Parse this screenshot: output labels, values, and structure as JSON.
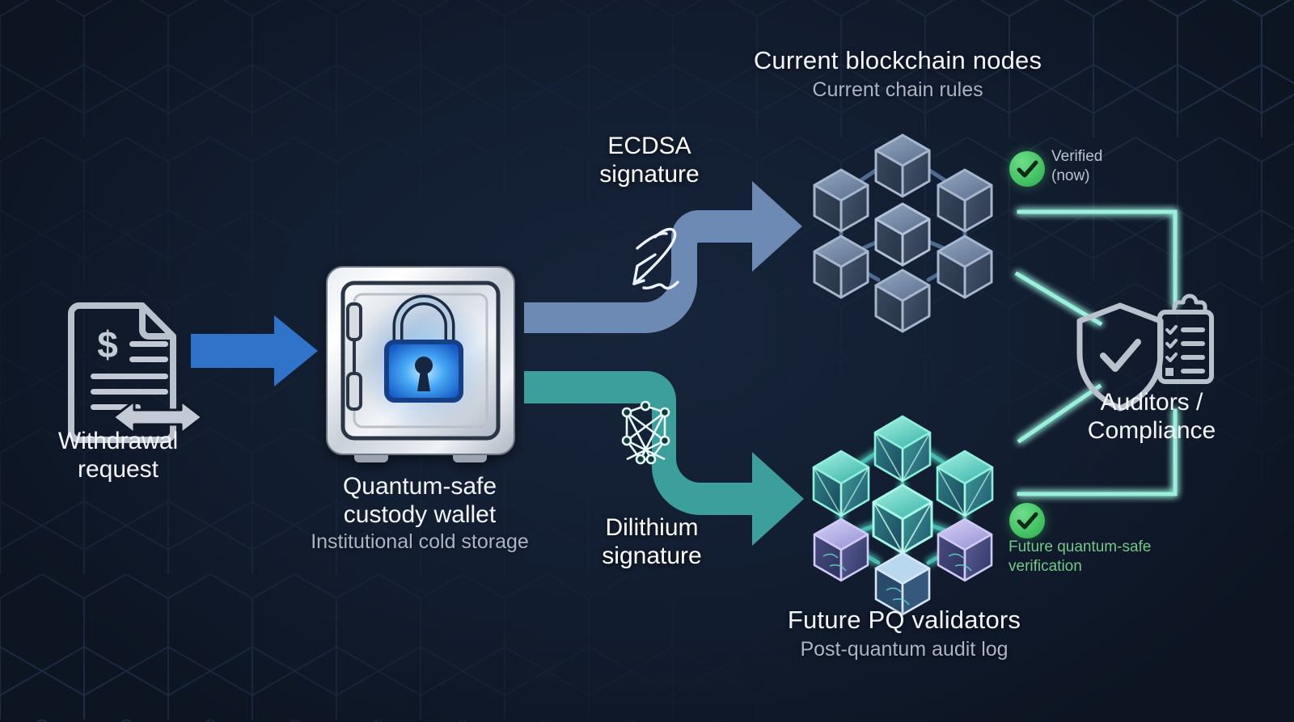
{
  "diagram": {
    "title_semantic": "quantum-safe-custody-signing-flow",
    "background_color": "#121d30",
    "accent_blue": "#2f74c8",
    "accent_band_blue": "#6f8db8",
    "accent_teal": "#3fa3a0",
    "accent_green": "#45c263",
    "glow_teal": "#8ef0dc"
  },
  "source": {
    "label_line1": "Withdrawal",
    "label_line2": "request",
    "icon": "document-dollar-transfer-icon"
  },
  "wallet": {
    "title_line1": "Quantum-safe",
    "title_line2": "custody wallet",
    "subtitle": "Institutional cold storage",
    "icon": "safe-vault-lock-icon"
  },
  "paths": [
    {
      "id": "ecdsa",
      "label_line1": "ECDSA",
      "label_line2": "signature",
      "icon": "fountain-pen-signature-icon",
      "color": "#6f8db8"
    },
    {
      "id": "dilithium",
      "label_line1": "Dilithium",
      "label_line2": "signature",
      "icon": "lattice-network-icon",
      "color": "#3fa3a0"
    }
  ],
  "targets": [
    {
      "id": "current-nodes",
      "title": "Current blockchain nodes",
      "subtitle": "Current chain rules",
      "icon": "blockchain-cube-network-icon",
      "node_count": 7,
      "node_style": "steel-blue"
    },
    {
      "id": "future-validators",
      "title": "Future PQ validators",
      "subtitle": "Post-quantum audit log",
      "icon": "quantum-crystal-cube-network-icon",
      "node_count": 7,
      "node_style": "teal-violet"
    }
  ],
  "badges": [
    {
      "id": "verified-now",
      "icon": "green-check-circle-icon",
      "line1": "Verified",
      "line2": "(now)",
      "color": "#b9c2d2"
    },
    {
      "id": "future-verification",
      "icon": "green-check-circle-icon",
      "line1": "Future quantum-safe",
      "line2": "verification",
      "color": "#74c98a"
    }
  ],
  "auditors": {
    "label_line1": "Auditors /",
    "label_line2": "Compliance",
    "icons": [
      "shield-check-icon",
      "clipboard-checklist-icon"
    ]
  }
}
